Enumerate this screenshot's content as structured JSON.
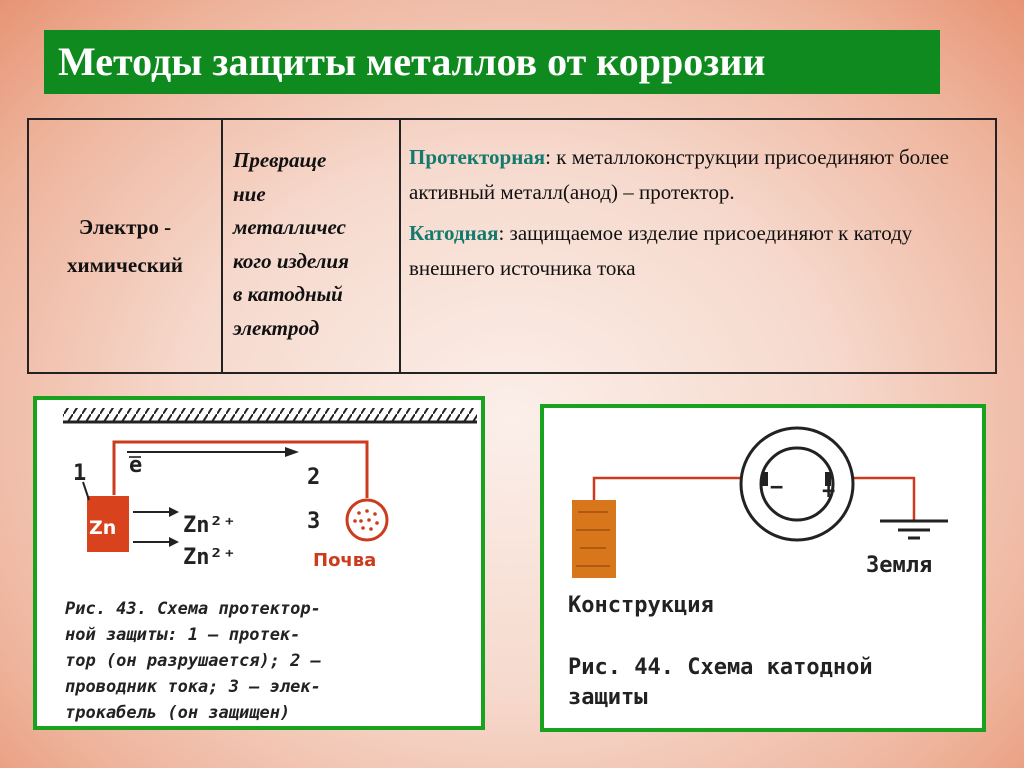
{
  "title": "Методы защиты металлов от коррозии",
  "table": {
    "col1": [
      "Электро -",
      "химический"
    ],
    "col2": [
      "Превраще",
      "ние",
      "металличес",
      "кого изделия",
      "в катодный",
      "электрод"
    ],
    "protector_label": "Протекторная",
    "protector_text": ": к металлоконструкции присоединяют более активный металл(анод) – протектор.",
    "cathode_label": "Катодная",
    "cathode_text": ": защищаемое изделие присоединяют к катоду внешнего источника  тока"
  },
  "fig43": {
    "n1": "1",
    "n2": "2",
    "n3": "3",
    "electron": "e",
    "zn": "Zn",
    "ion1": "Zn²⁺",
    "ion2": "Zn²⁺",
    "soil": "Почва",
    "caption": [
      "Рис. 43. Схема протектор-",
      "ной защиты: 1 — протек-",
      "тор (он разрушается); 2 —",
      "проводник тока; 3 — элек-",
      "трокабель (он защищен)"
    ]
  },
  "fig44": {
    "minus": "−",
    "plus": "+",
    "ground": "Земля",
    "construction": "Конструкция",
    "caption": [
      "Рис. 44. Схема катодной",
      "защиты"
    ]
  },
  "colors": {
    "title_bg": "#0f8a1e",
    "accent": "#157a6e",
    "panel_border": "#18a21e",
    "wire": "#cc3b1e",
    "zn_block": "#d8421c"
  }
}
